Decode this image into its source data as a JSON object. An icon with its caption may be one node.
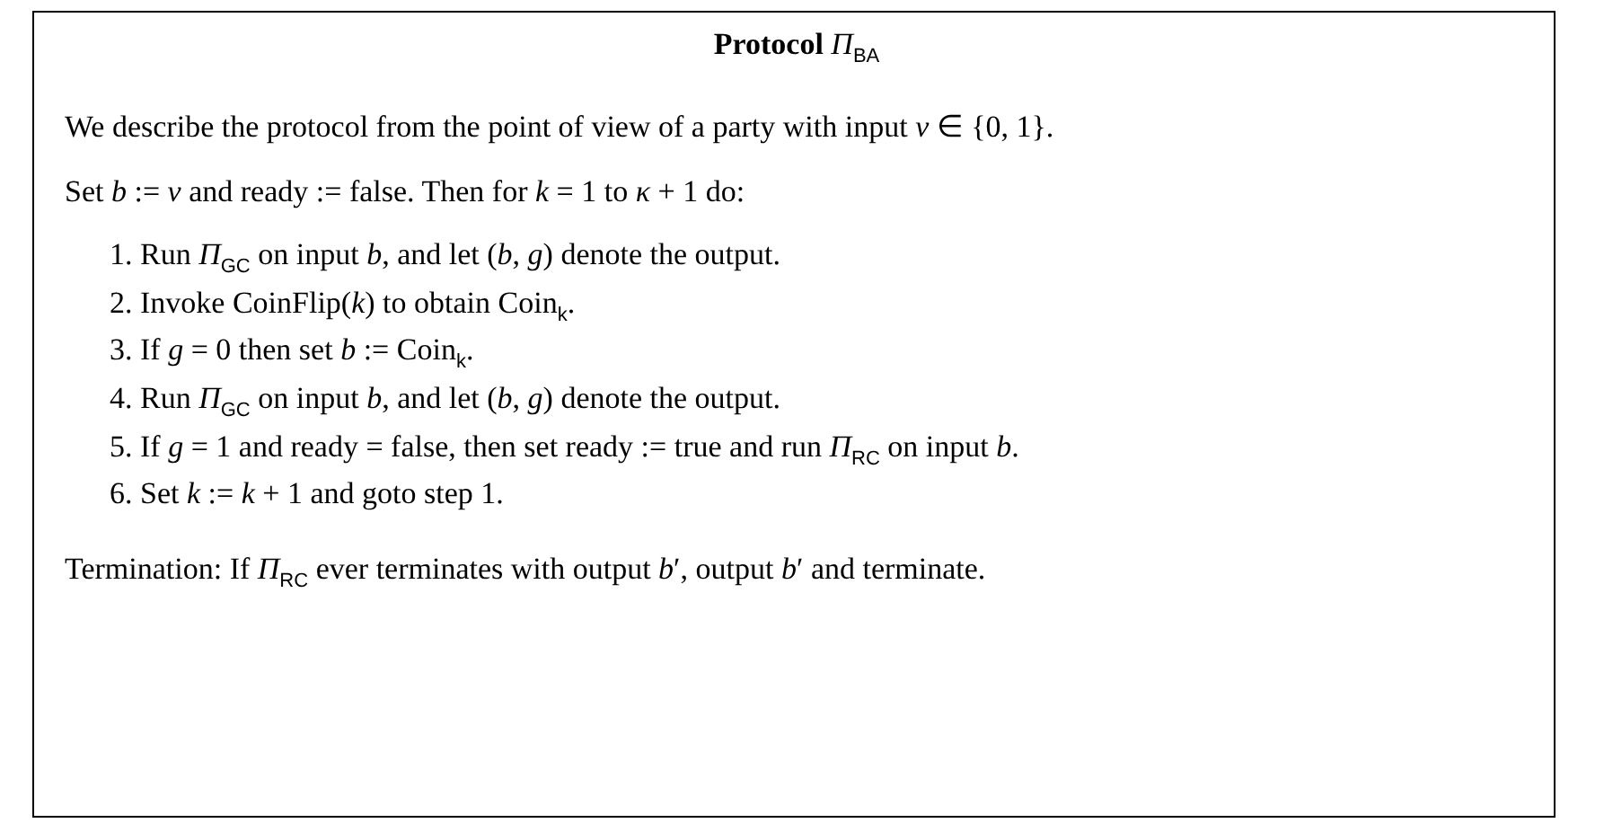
{
  "diagram": {
    "nodes": [
      {
        "text": [
          "**Protocol** *Π*$_{BA}$",
          "We describe the protocol from the point of view of a party with input *v* ∈ {0, 1}.",
          "Set *b* := *v* and ready := false. Then for *k* = 1 to *κ* + 1 do:",
          "1. Run *Π*$_{GC}$ on input *b*, and let (*b*, *g*) denote the output.",
          "2. Invoke CoinFlip(*k*) to obtain Coin$_{k}$.",
          "3. If *g* = 0 then set *b* := Coin$_{k}$.",
          "4. Run *Π*$_{GC}$ on input *b*, and let (*b*, *g*) denote the output.",
          "5. If *g* = 1 and ready = false, then set ready := true and run *Π*$_{RC}$ on input *b*.",
          "6. Set *k* := *k* + 1 and goto step 1.",
          "Termination: If *Π*$_{RC}$ ever terminates with output *b*′, output *b*′ and terminate."
        ]
      }
    ]
  }
}
